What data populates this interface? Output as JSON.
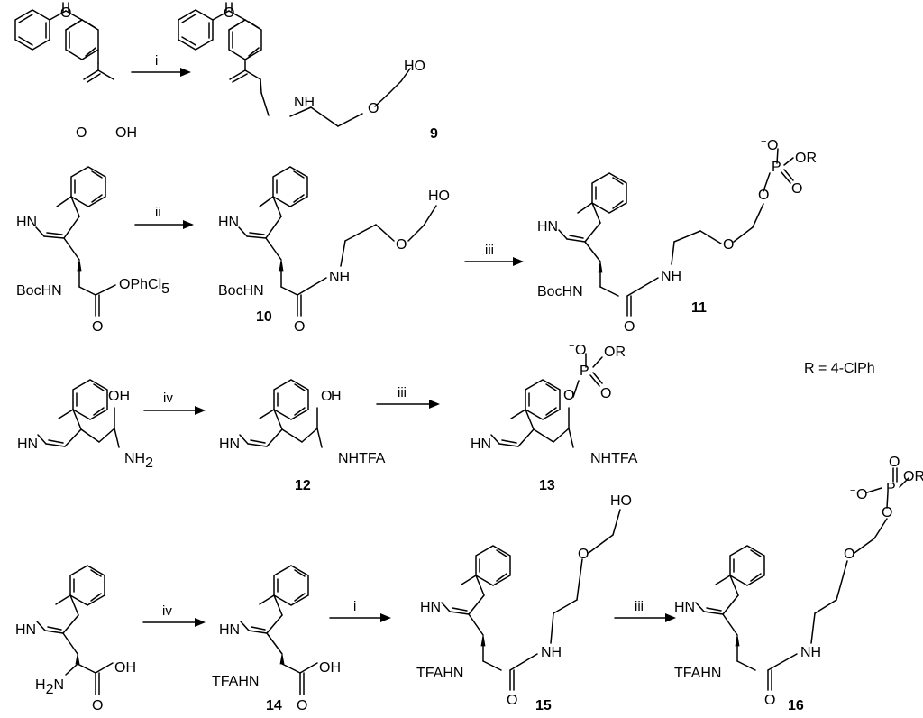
{
  "reagents": {
    "i": "i",
    "ii": "ii",
    "iii": "iii",
    "iv": "iv"
  },
  "compounds": {
    "c9": "9",
    "c10": "10",
    "c11": "11",
    "c12": "12",
    "c13": "13",
    "c14": "14",
    "c15": "15",
    "c16": "16"
  },
  "r_definition": "R = 4-ClPh",
  "atoms": {
    "O": "O",
    "OH": "OH",
    "HO": "HO",
    "NH": "NH",
    "HN": "HN",
    "H": "H",
    "N": "N",
    "P": "P",
    "OR": "OR",
    "BocHN": "BocHN",
    "TFAHN": "TFAHN",
    "NHTFA": "NHTFA",
    "OPhCl": "OPhCl",
    "sub5": "5",
    "NH2_N": "NH",
    "sub2": "2",
    "H2N_H": "H",
    "H2N_N": "N",
    "minus": "−"
  }
}
